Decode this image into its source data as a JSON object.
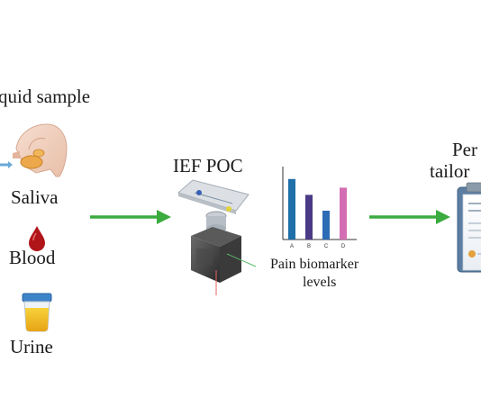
{
  "input": {
    "heading": "quid sample",
    "samples": [
      {
        "label": "Saliva",
        "icon": "face-profile-icon"
      },
      {
        "label": "Blood",
        "icon": "blood-drop-icon"
      },
      {
        "label": "Urine",
        "icon": "urine-cup-icon"
      }
    ]
  },
  "device": {
    "label": "IEF POC",
    "icon": "ief-device-icon"
  },
  "biomarker": {
    "caption_line1": "Pain biomarker",
    "caption_line2": "levels",
    "chart_data": {
      "type": "bar",
      "categories": [
        "A",
        "B",
        "C",
        "D"
      ],
      "values": [
        0.84,
        0.62,
        0.4,
        0.72
      ],
      "colors": [
        "#1f6fa8",
        "#4b3a86",
        "#2c6bb5",
        "#d46eb4"
      ],
      "ylim": [
        0,
        1
      ]
    }
  },
  "output": {
    "title_line1": "Per",
    "title_line2": "tailor",
    "icon": "clipboard-report-icon"
  },
  "colors": {
    "arrow": "#3bab3f"
  }
}
